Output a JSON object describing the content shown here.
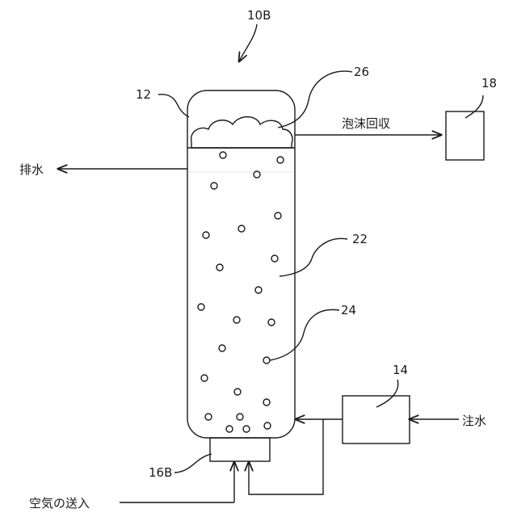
{
  "labels": {
    "figure_id": "10B",
    "column": "12",
    "foam": "26",
    "liquid": "22",
    "bubble": "24",
    "pump": "14",
    "collector": "18",
    "diffuser": "16B"
  },
  "flows": {
    "foam_recovery": "泡沫回収",
    "drain": "排水",
    "water_in": "注水",
    "air_in": "空気の送入"
  }
}
